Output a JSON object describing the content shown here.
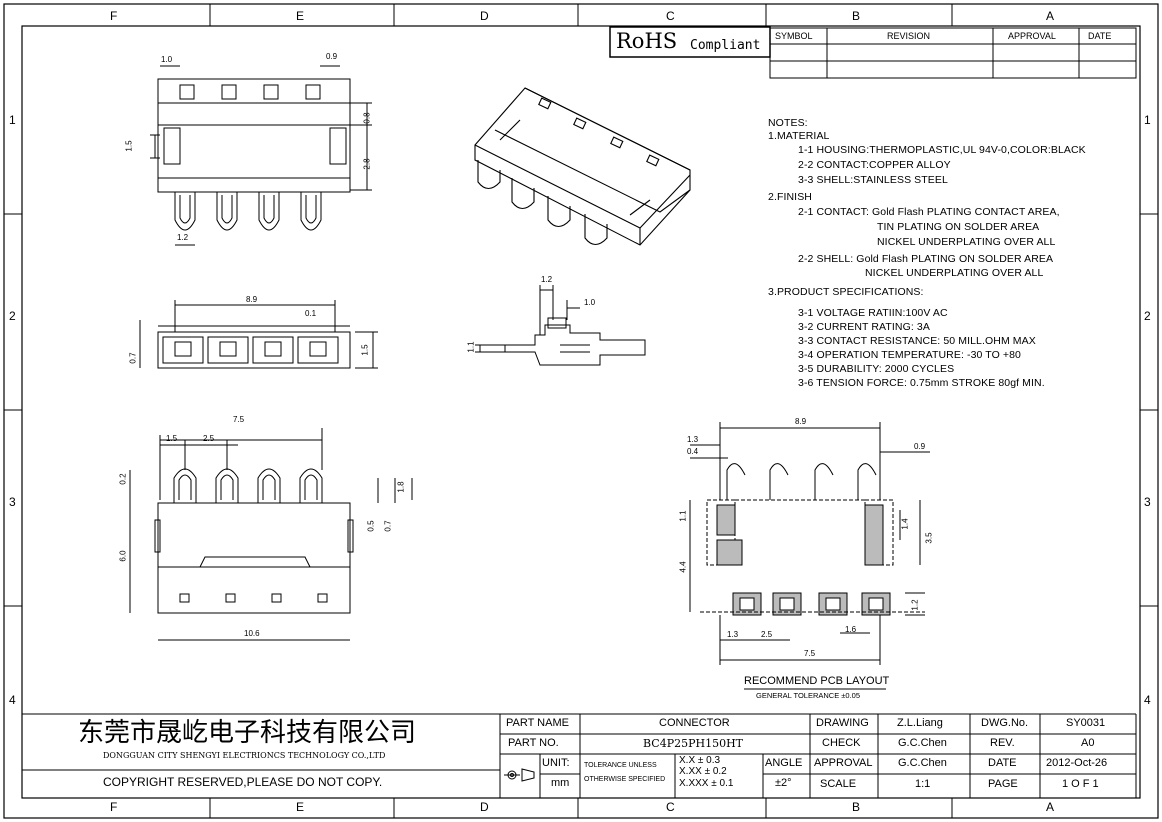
{
  "zones": {
    "columns": [
      "F",
      "E",
      "D",
      "C",
      "B",
      "A"
    ],
    "rows": [
      "1",
      "2",
      "3",
      "4"
    ]
  },
  "rohs": {
    "main": "RoHS",
    "sub": "Compliant"
  },
  "revision_table": {
    "symbol": "SYMBOL",
    "revision": "REVISION",
    "approval": "APPROVAL",
    "date": "DATE"
  },
  "notes": {
    "title": "NOTES:",
    "material_heading": "1.MATERIAL",
    "material": [
      "1-1  HOUSING:THERMOPLASTIC,UL  94V-0,COLOR:BLACK",
      "2-2  CONTACT:COPPER  ALLOY",
      "3-3  SHELL:STAINLESS  STEEL"
    ],
    "finish_heading": "2.FINISH",
    "finish": [
      "2-1  CONTACT:  Gold  Flash  PLATING  CONTACT  AREA,",
      "TIN  PLATING  ON  SOLDER  AREA",
      "NICKEL  UNDERPLATING  OVER  ALL",
      "2-2  SHELL:  Gold  Flash  PLATING  ON  SOLDER  AREA",
      "NICKEL  UNDERPLATING  OVER  ALL"
    ],
    "spec_heading": "3.PRODUCT  SPECIFICATIONS:",
    "specs": [
      "3-1  VOLTAGE  RATIIN:100V  AC",
      "3-2  CURRENT  RATING:  3A",
      "3-3  CONTACT  RESISTANCE:  50  MILL.OHM  MAX",
      "3-4  OPERATION  TEMPERATURE:  -30  TO  +80",
      "3-5  DURABILITY:  2000  CYCLES",
      "3-6  TENSION  FORCE:  0.75mm  STROKE  80gf  MIN."
    ]
  },
  "dimensions": {
    "top_1_0": "1.0",
    "top_0_9": "0.9",
    "top_0_8": "0.8",
    "top_2_8": "2.8",
    "top_1_5": "1.5",
    "top_1_2": "1.2",
    "front_8_9": "8.9",
    "front_0_1": "0.1",
    "front_0_7": "0.7",
    "front_1_5": "1.5",
    "side_1_2": "1.2",
    "side_1_0": "1.0",
    "side_1_1": "1.1",
    "bottom_7_5": "7.5",
    "bottom_1_5": "1.5",
    "bottom_2_5": "2.5",
    "bottom_0_2": "0.2",
    "bottom_1_8": "1.8",
    "bottom_0_5": "0.5",
    "bottom_0_7": "0.7",
    "bottom_6_0": "6.0",
    "bottom_10_6": "10.6",
    "pcb_8_9": "8.9",
    "pcb_1_3a": "1.3",
    "pcb_0_4": "0.4",
    "pcb_0_9": "0.9",
    "pcb_1_1": "1.1",
    "pcb_1_4": "1.4",
    "pcb_3_5": "3.5",
    "pcb_4_4": "4.4",
    "pcb_1_2": "1.2",
    "pcb_1_3b": "1.3",
    "pcb_2_5": "2.5",
    "pcb_1_6": "1.6",
    "pcb_7_5": "7.5"
  },
  "pcb_caption": {
    "title": "RECOMMEND  PCB  LAYOUT",
    "tolerance": "GENERAL  TOLERANCE  ±0.05"
  },
  "title_block": {
    "company_cn": "东莞市晟屹电子科技有限公司",
    "company_en": "DONGGUAN CITY SHENGYI ELECTRIONCS TECHNOLOGY CO.,LTD",
    "copyright": "COPYRIGHT  RESERVED,PLEASE  DO  NOT  COPY.",
    "part_name_label": "PART NAME",
    "part_name": "CONNECTOR",
    "part_no_label": "PART NO.",
    "part_no": "BC4P25PH150HT",
    "unit_label": "UNIT:",
    "unit": "mm",
    "tol_label_1": "TOLERANCE UNLESS",
    "tol_label_2": "OTHERWISE SPECIFIED",
    "tol_1": "X.X  ±  0.3",
    "tol_2": "X.XX  ±  0.2",
    "tol_3": "X.XXX  ±  0.1",
    "angle_label": "ANGLE",
    "angle": "±2°",
    "drawing_label": "DRAWING",
    "drawing": "Z.L.Liang",
    "check_label": "CHECK",
    "check": "G.C.Chen",
    "approval_label": "APPROVAL",
    "approval": "G.C.Chen",
    "scale_label": "SCALE",
    "scale": "1:1",
    "dwg_label": "DWG.No.",
    "dwg": "SY0031",
    "rev_label": "REV.",
    "rev": "A0",
    "date_label": "DATE",
    "date": "2012-Oct-26",
    "page_label": "PAGE",
    "page": "1  O F  1"
  }
}
